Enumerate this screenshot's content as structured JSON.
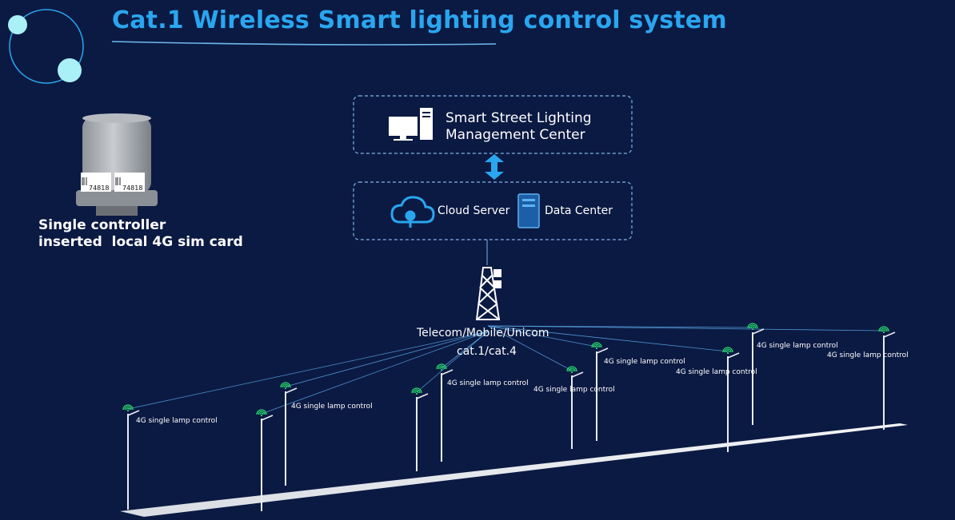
{
  "title": "Cat.1 Wireless Smart lighting control system",
  "controller": {
    "caption_line1": "Single controller",
    "caption_line2": "inserted  local 4G sim card",
    "label_code_left": "74818",
    "label_code_right": "74818"
  },
  "management_center": {
    "line1": "Smart Street Lighting",
    "line2": "Management Center"
  },
  "cloud_server_label": "Cloud Server",
  "data_center_label": "Data Center",
  "network": {
    "operators": "Telecom/Mobile/Unicom",
    "protocol": "cat.1/cat.4"
  },
  "lamp_label": "4G single lamp control",
  "colors": {
    "background": "#0b1a43",
    "title": "#2aa6f0",
    "accent": "#2aa6f0",
    "dashed_border": "#7fb3e6",
    "signal": "#27d86a",
    "deco": "#a9f0f7"
  },
  "icons": {
    "pc": "desktop-computer-icon",
    "arrow": "double-arrow-icon",
    "cloud": "cloud-server-icon",
    "server": "data-center-icon",
    "tower": "cell-tower-icon",
    "wifi": "wifi-signal-icon"
  }
}
